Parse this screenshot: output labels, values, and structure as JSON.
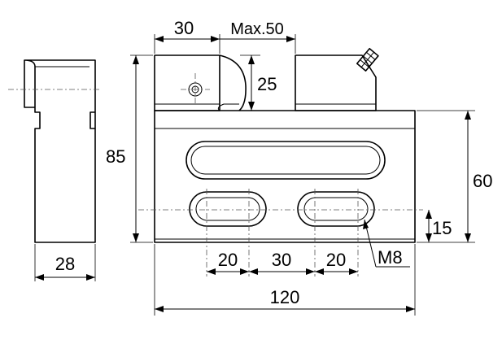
{
  "dimensions": {
    "width_28": "28",
    "height_85": "85",
    "jaw_30": "30",
    "max_opening": "Max.50",
    "jaw_height_25": "25",
    "height_60": "60",
    "slot_offset_15": "15",
    "slot_20_left": "20",
    "slot_30_center": "30",
    "slot_20_right": "20",
    "length_120": "120",
    "thread_m8": "M8"
  }
}
